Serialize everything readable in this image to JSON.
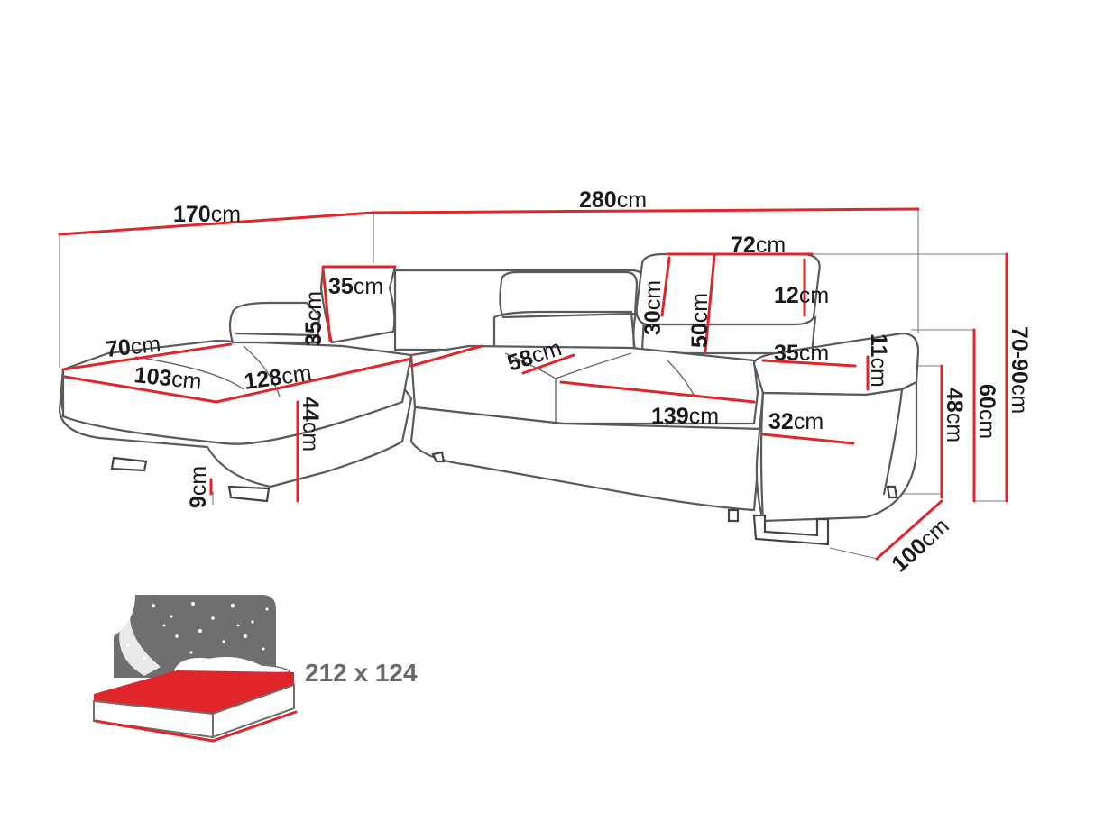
{
  "colors": {
    "dimension_line": "#e0252b",
    "outline": "#5a5a5a",
    "label_text": "#1a1a1a",
    "bed_icon_gray": "#6f6f6f",
    "bed_mattress_red": "#e0252b"
  },
  "unit": "cm",
  "dimensions": {
    "total_depth_left": {
      "value": "170",
      "unit": "cm"
    },
    "total_width": {
      "value": "280",
      "unit": "cm"
    },
    "headrest_width": {
      "value": "72",
      "unit": "cm"
    },
    "cushion_width": {
      "value": "35",
      "unit": "cm"
    },
    "cushion_height": {
      "value": "35",
      "unit": "cm"
    },
    "headrest_30": {
      "value": "30",
      "unit": "cm"
    },
    "headrest_50": {
      "value": "50",
      "unit": "cm"
    },
    "headrest_12": {
      "value": "12",
      "unit": "cm"
    },
    "chaise_width": {
      "value": "70",
      "unit": "cm"
    },
    "chaise_seat": {
      "value": "103",
      "unit": "cm"
    },
    "chaise_length": {
      "value": "128",
      "unit": "cm"
    },
    "seat_depth": {
      "value": "58",
      "unit": "cm"
    },
    "armrest_width": {
      "value": "35",
      "unit": "cm"
    },
    "armrest_height": {
      "value": "11",
      "unit": "cm"
    },
    "seat_width": {
      "value": "139",
      "unit": "cm"
    },
    "armrest_depth": {
      "value": "32",
      "unit": "cm"
    },
    "seat_height": {
      "value": "44",
      "unit": "cm"
    },
    "leg_height": {
      "value": "9",
      "unit": "cm"
    },
    "arm_height": {
      "value": "48",
      "unit": "cm"
    },
    "back_height": {
      "value": "60",
      "unit": "cm"
    },
    "total_height": {
      "value": "70-90",
      "unit": "cm"
    },
    "total_depth_right": {
      "value": "100",
      "unit": "cm"
    }
  },
  "bed": {
    "size_label": "212 x 124",
    "icon": "night-sky-bed-icon"
  }
}
